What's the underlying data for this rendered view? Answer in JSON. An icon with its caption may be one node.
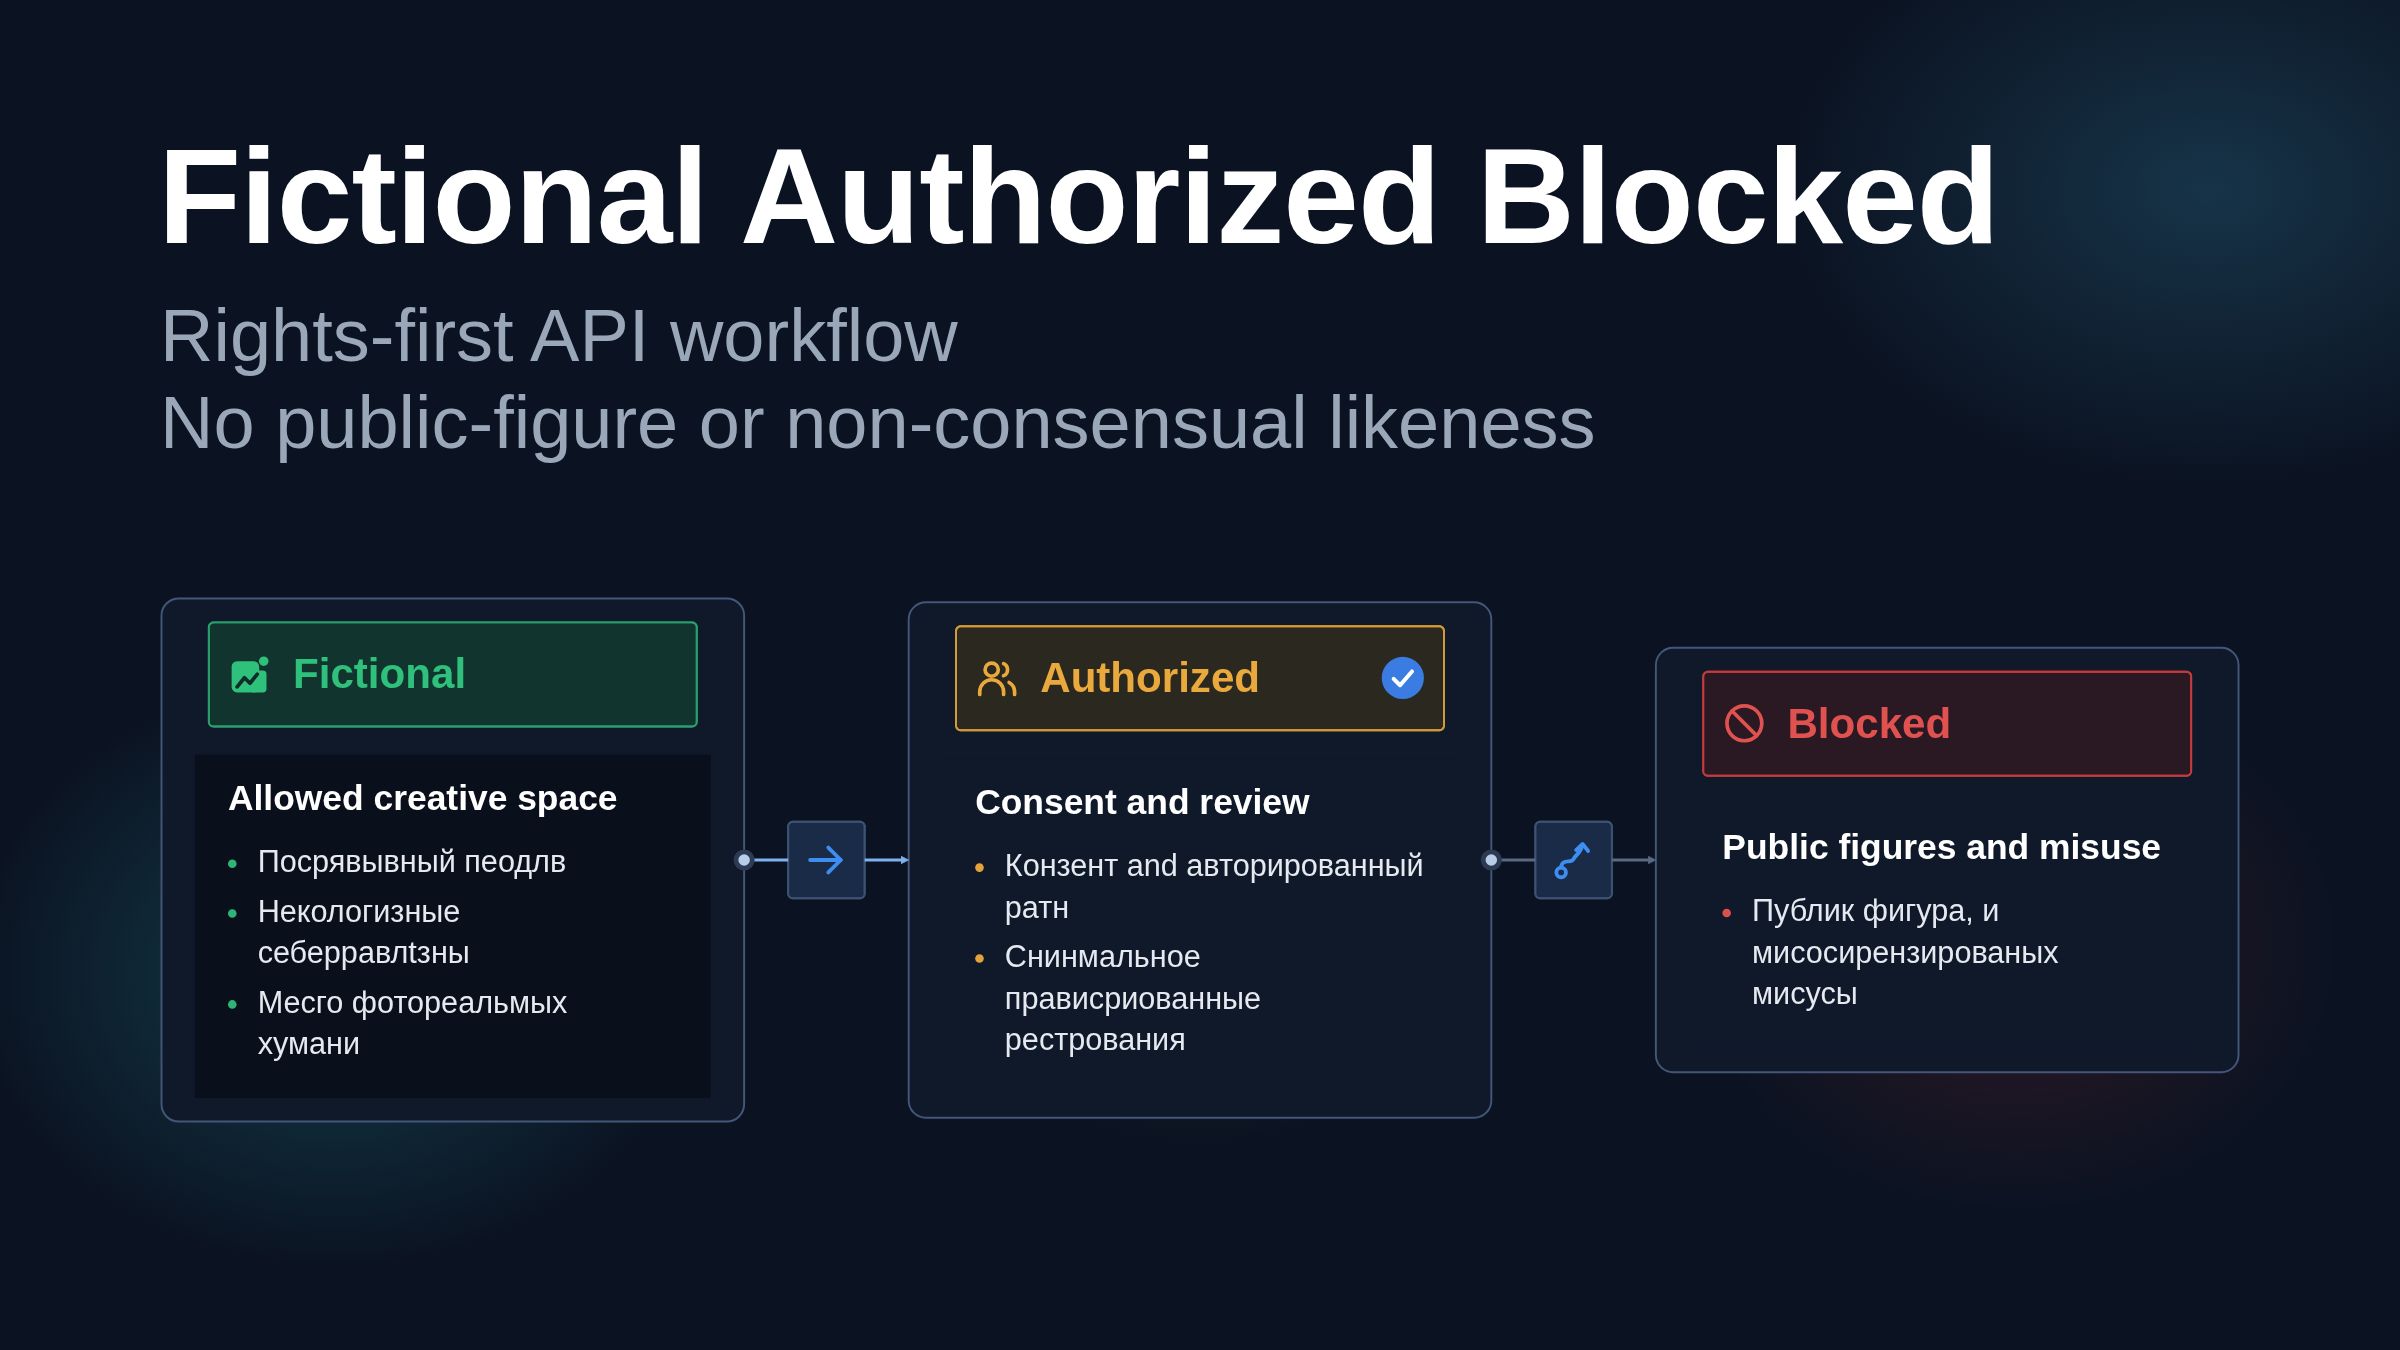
{
  "diagram": {
    "title": "Fictional Authorized Blocked",
    "nodes": [
      {
        "text": [],
        "shape": "box"
      },
      {
        "text": [
          "Fictional"
        ],
        "in": 0
      },
      {
        "text": [
          "Allowed creative space",
          "Посрявывный пеодлв",
          "Некологизные себерравлtзны",
          "Месго фотореальмых хумани"
        ],
        "in": 0
      },
      {
        "text": [],
        "shape": "box"
      },
      {
        "text": [],
        "shape": "box"
      },
      {
        "text": [
          "Authorized"
        ],
        "in": 4
      },
      {
        "text": [
          "Consent and review",
          "Конзент and авторированный ратн",
          "Снинмальное прависриованные рестрования"
        ],
        "in": 4
      },
      {
        "text": [],
        "shape": "box"
      },
      {
        "text": [],
        "shape": "box"
      },
      {
        "text": [
          "Blocked"
        ],
        "in": 8
      },
      {
        "text": [
          "Public figures and misuse",
          "Публик фигура, и мисосирензированых мисусы"
        ],
        "in": 8
      }
    ],
    "edges": [
      {
        "from": 0,
        "to": 3,
        "arrow": "other",
        "color": "#7fb2ec"
      },
      {
        "from": 3,
        "to": 4,
        "arrow": "to",
        "color": "#7fb2ec"
      },
      {
        "from": 4,
        "to": 7,
        "arrow": "other",
        "color": "#5b6982"
      },
      {
        "from": 7,
        "to": 8,
        "arrow": "to",
        "color": "#5b6982"
      }
    ],
    "labels": [
      "Rights-first API workflow",
      "No public-figure or non-consensual likeness"
    ]
  }
}
